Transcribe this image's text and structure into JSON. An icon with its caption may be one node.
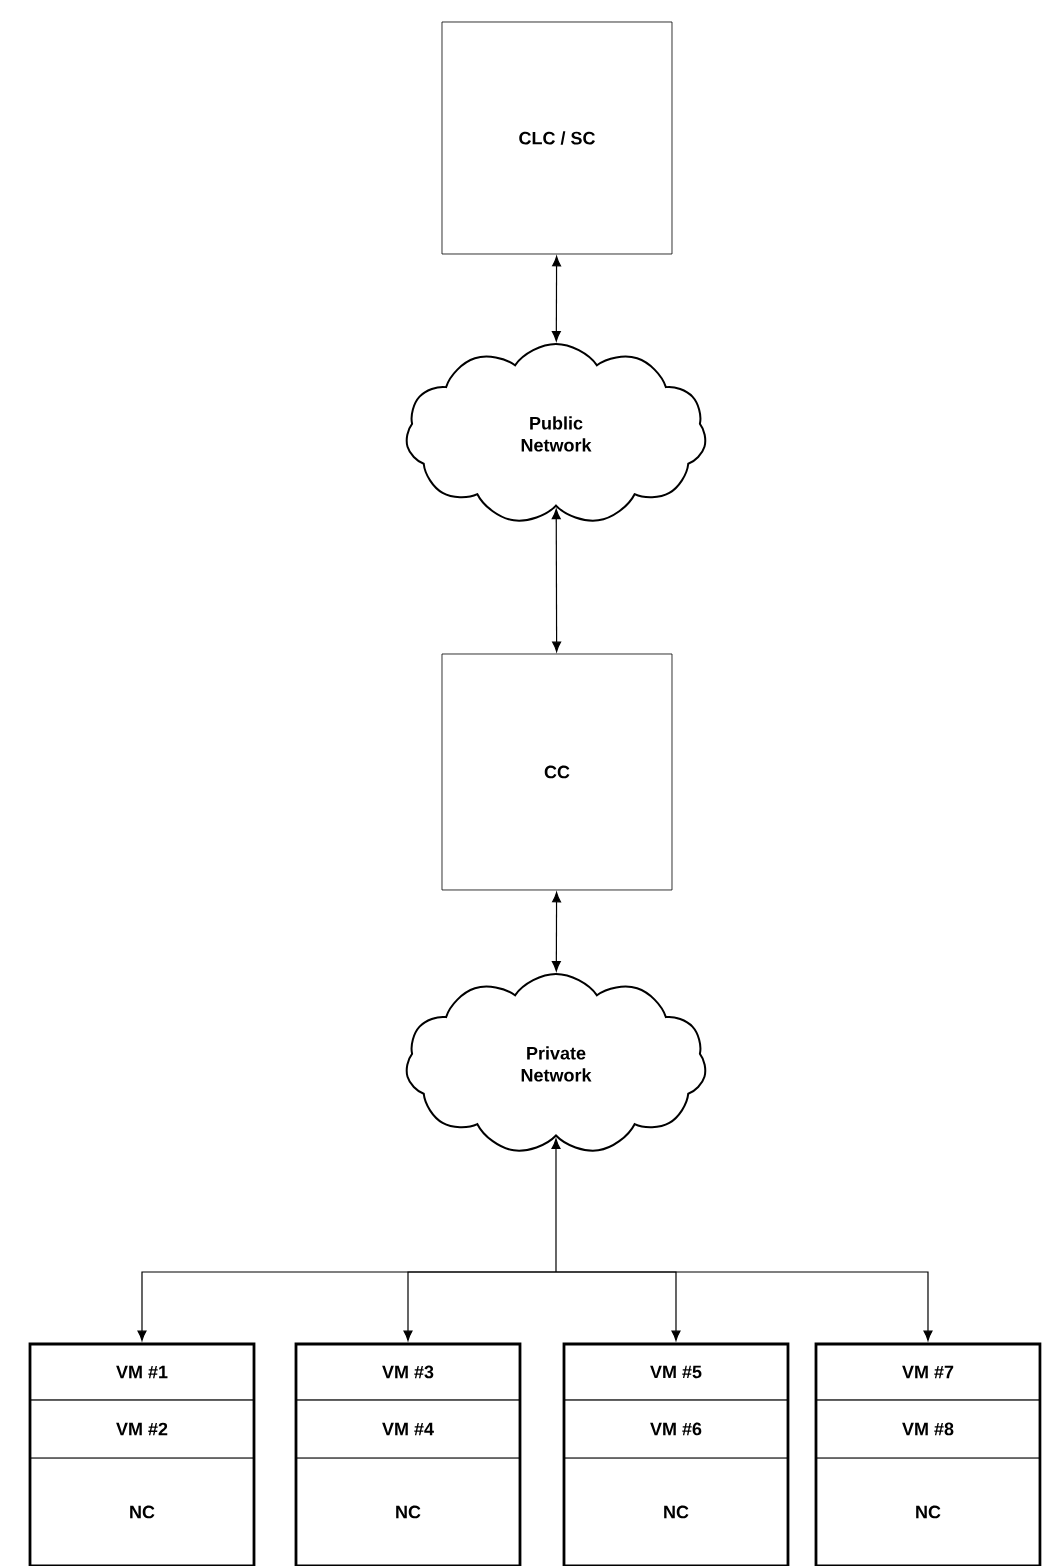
{
  "diagram": {
    "nodes": [
      {
        "text": [
          "CLC / SC"
        ]
      },
      {
        "text": [
          "Public Network"
        ]
      },
      {
        "text": [
          "CC"
        ]
      },
      {
        "text": [
          "Private Network"
        ]
      },
      {
        "text": [],
        "shape": "box"
      },
      {
        "text": [
          "VM #1"
        ],
        "in": 4
      },
      {
        "text": [
          "VM #2"
        ],
        "in": 4
      },
      {
        "text": [
          "NC"
        ],
        "in": 4
      },
      {
        "text": [],
        "shape": "box"
      },
      {
        "text": [
          "VM #3"
        ],
        "in": 8
      },
      {
        "text": [
          "VM #4"
        ],
        "in": 8
      },
      {
        "text": [
          "NC"
        ],
        "in": 8
      },
      {
        "text": [],
        "shape": "box"
      },
      {
        "text": [
          "VM #5"
        ],
        "in": 12
      },
      {
        "text": [
          "VM #6"
        ],
        "in": 12
      },
      {
        "text": [
          "NC"
        ],
        "in": 12
      },
      {
        "text": [],
        "shape": "box"
      },
      {
        "text": [
          "VM #7"
        ],
        "in": 16
      },
      {
        "text": [
          "VM #8"
        ],
        "in": 16
      },
      {
        "text": [
          "NC"
        ],
        "in": 16
      }
    ],
    "edges": [
      {
        "from": 0,
        "to": 1,
        "arrow": "both"
      },
      {
        "from": 1,
        "to": 2,
        "arrow": "both"
      },
      {
        "from": 2,
        "to": 3,
        "arrow": "both"
      },
      {
        "from": 3,
        "to": 4,
        "arrow": "both"
      },
      {
        "from": 3,
        "to": 8,
        "arrow": "both"
      },
      {
        "from": 3,
        "to": 12,
        "arrow": "both"
      },
      {
        "from": 3,
        "to": 16,
        "arrow": "both"
      }
    ]
  }
}
